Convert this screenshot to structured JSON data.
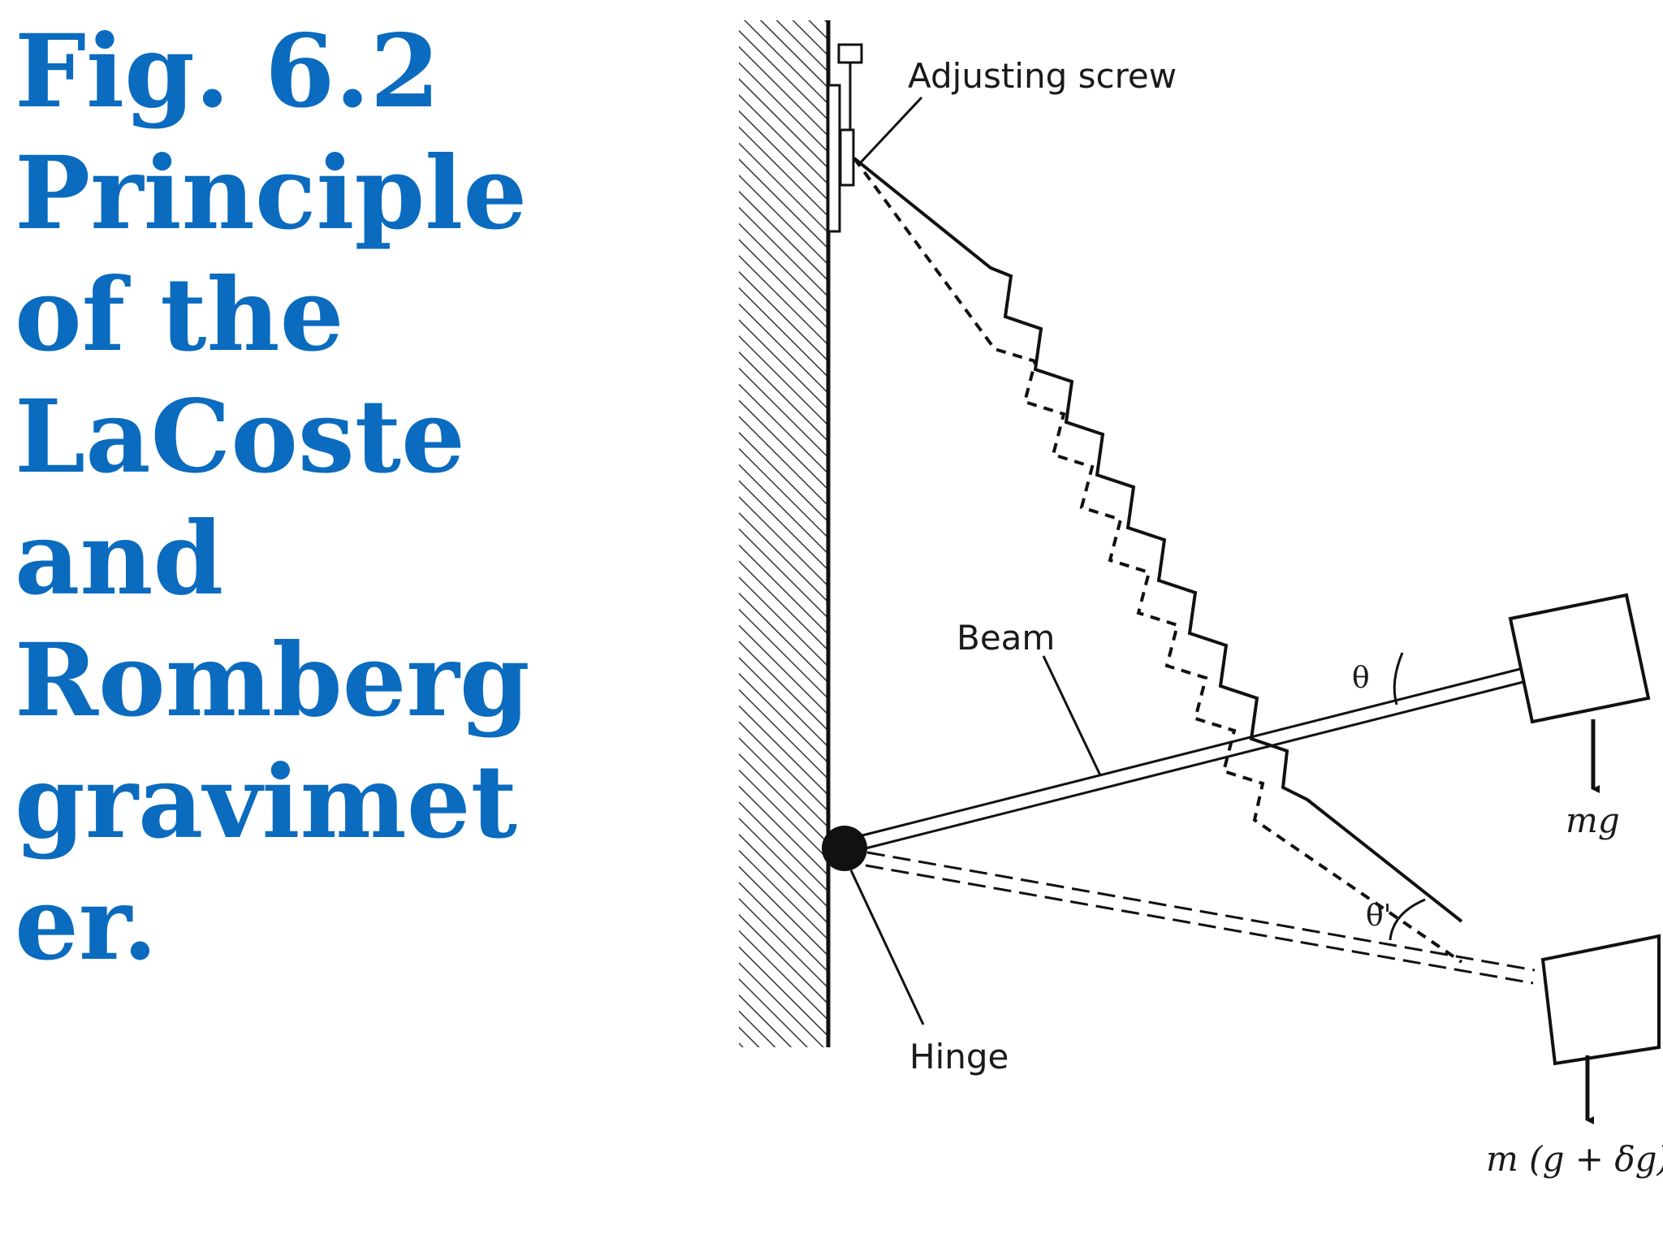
{
  "caption": {
    "lines": [
      "Fig. 6.2",
      "Principle",
      "of the",
      "LaCoste",
      "and",
      "Romberg",
      "gravimet",
      "er."
    ]
  },
  "labels": {
    "adjusting_screw": "Adjusting screw",
    "beam": "Beam",
    "hinge": "Hinge",
    "theta": "θ",
    "theta_prime": "θ'",
    "force_1": "mg",
    "force_2": "m (g + δg)"
  },
  "colors": {
    "caption": "#0a6bbf",
    "line": "#111111"
  }
}
